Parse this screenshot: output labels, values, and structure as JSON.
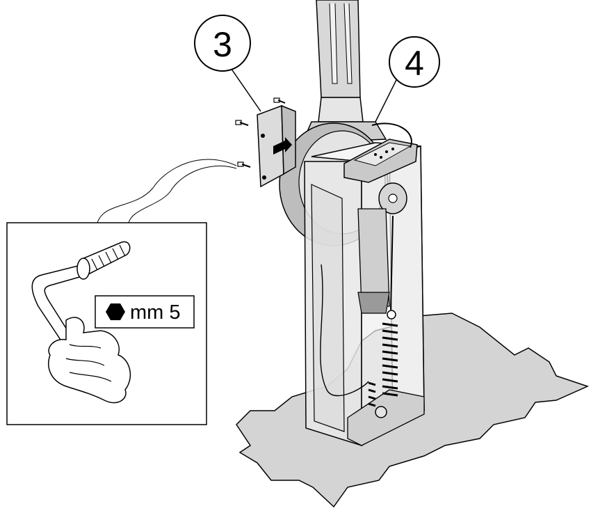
{
  "callouts": [
    {
      "id": "3"
    },
    {
      "id": "4"
    }
  ],
  "tool_badge": {
    "label": "mm 5",
    "icon": "hexagon-icon"
  },
  "colors": {
    "line": "#000000",
    "floor": "#d4d4d4",
    "cabinet_glass": "#e8e8e8",
    "part_gray": "#c8c8c8",
    "background": "#ffffff"
  }
}
